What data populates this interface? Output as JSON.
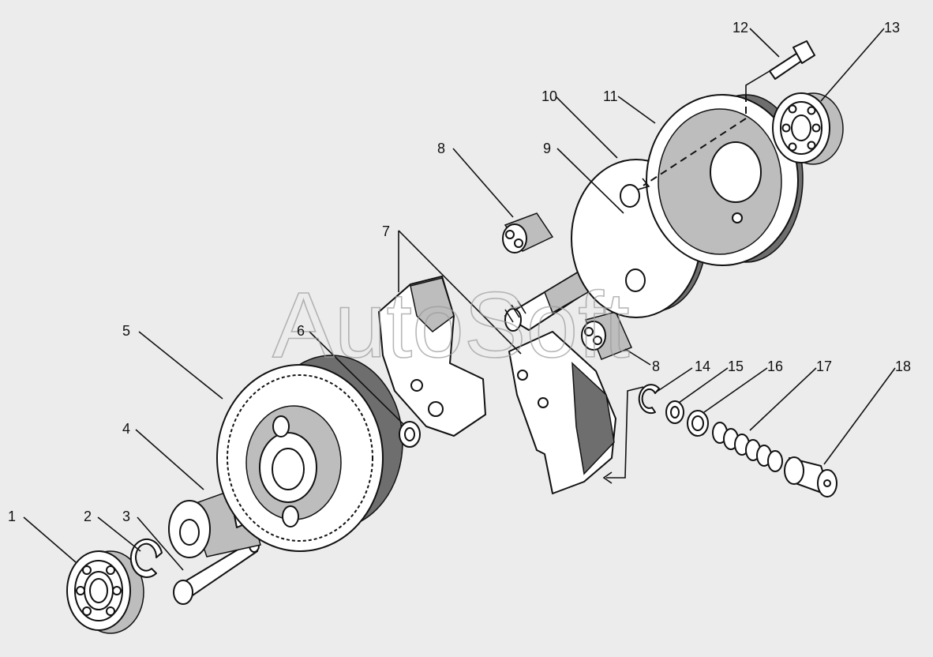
{
  "watermark": "AutoSoft",
  "callouts": [
    "1",
    "2",
    "3",
    "4",
    "5",
    "6",
    "7",
    "8",
    "9",
    "10",
    "11",
    "12",
    "13",
    "14",
    "15",
    "16",
    "17",
    "18"
  ],
  "extra_callouts": [
    "8"
  ]
}
